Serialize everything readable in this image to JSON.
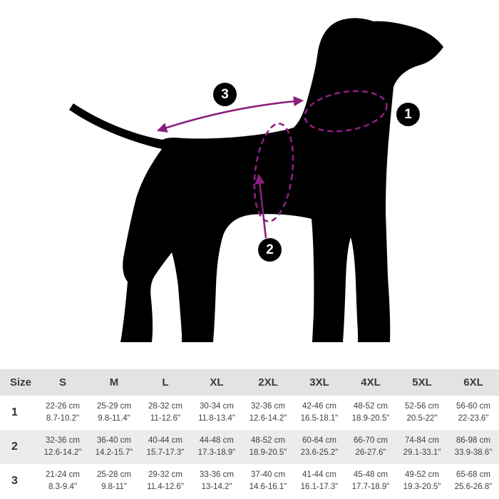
{
  "colors": {
    "accent": "#8a1f7f"
  },
  "diagram": {
    "markers": [
      {
        "id": "1",
        "meaning": "neck-circumference"
      },
      {
        "id": "2",
        "meaning": "chest-circumference"
      },
      {
        "id": "3",
        "meaning": "back-length"
      }
    ]
  },
  "table": {
    "header": [
      "Size",
      "S",
      "M",
      "L",
      "XL",
      "2XL",
      "3XL",
      "4XL",
      "5XL",
      "6XL"
    ],
    "rows": [
      {
        "label": "1",
        "cells": [
          {
            "cm": "22-26 cm",
            "in": "8.7-10.2\""
          },
          {
            "cm": "25-29 cm",
            "in": "9.8-11.4\""
          },
          {
            "cm": "28-32 cm",
            "in": "11-12.6\""
          },
          {
            "cm": "30-34 cm",
            "in": "11.8-13.4\""
          },
          {
            "cm": "32-36 cm",
            "in": "12.6-14.2\""
          },
          {
            "cm": "42-46 cm",
            "in": "16.5-18.1\""
          },
          {
            "cm": "48-52 cm",
            "in": "18.9-20.5\""
          },
          {
            "cm": "52-56 cm",
            "in": "20.5-22\""
          },
          {
            "cm": "56-60 cm",
            "in": "22-23.6\""
          }
        ]
      },
      {
        "label": "2",
        "cells": [
          {
            "cm": "32-36 cm",
            "in": "12.6-14.2\""
          },
          {
            "cm": "36-40 cm",
            "in": "14.2-15.7\""
          },
          {
            "cm": "40-44 cm",
            "in": "15.7-17.3\""
          },
          {
            "cm": "44-48 cm",
            "in": "17.3-18.9\""
          },
          {
            "cm": "48-52 cm",
            "in": "18.9-20.5\""
          },
          {
            "cm": "60-64 cm",
            "in": "23.6-25.2\""
          },
          {
            "cm": "66-70 cm",
            "in": "26-27.6\""
          },
          {
            "cm": "74-84 cm",
            "in": "29.1-33.1\""
          },
          {
            "cm": "86-98 cm",
            "in": "33.9-38.6\""
          }
        ]
      },
      {
        "label": "3",
        "cells": [
          {
            "cm": "21-24 cm",
            "in": "8.3-9.4\""
          },
          {
            "cm": "25-28 cm",
            "in": "9.8-11\""
          },
          {
            "cm": "29-32 cm",
            "in": "11.4-12.6\""
          },
          {
            "cm": "33-36 cm",
            "in": "13-14.2\""
          },
          {
            "cm": "37-40 cm",
            "in": "14.6-16.1\""
          },
          {
            "cm": "41-44 cm",
            "in": "16.1-17.3\""
          },
          {
            "cm": "45-48 cm",
            "in": "17.7-18.9\""
          },
          {
            "cm": "49-52 cm",
            "in": "19.3-20.5\""
          },
          {
            "cm": "65-68 cm",
            "in": "25.6-26.8\""
          }
        ]
      }
    ]
  }
}
